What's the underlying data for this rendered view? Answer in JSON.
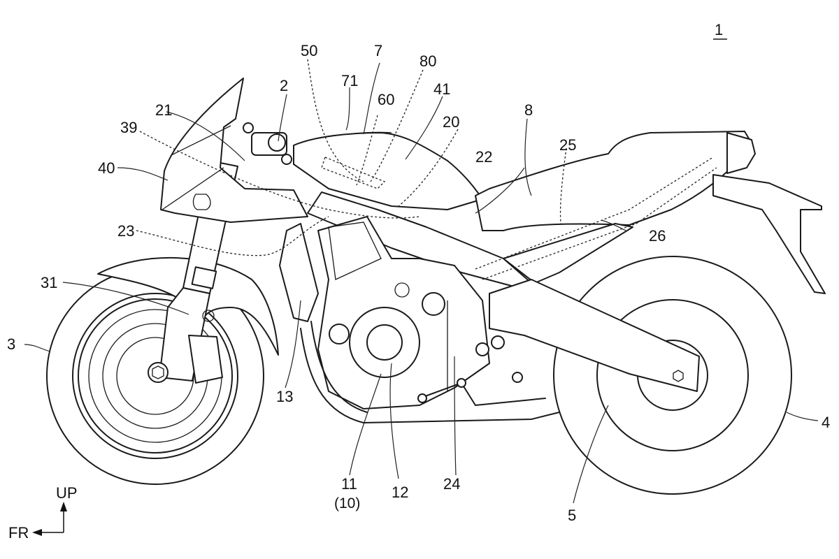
{
  "figure": {
    "title": "Patent drawing — motorcycle left side view",
    "figure_ref": "1"
  },
  "orientation": {
    "up_label": "UP",
    "front_label": "FR"
  },
  "reference_numerals": [
    {
      "id": "1",
      "label": "1",
      "part": "motorcycle"
    },
    {
      "id": "2",
      "label": "2",
      "part": "handlebar"
    },
    {
      "id": "3",
      "label": "3",
      "part": "front wheel"
    },
    {
      "id": "4",
      "label": "4",
      "part": "rear wheel"
    },
    {
      "id": "5",
      "label": "5",
      "part": "swing arm"
    },
    {
      "id": "7",
      "label": "7",
      "part": "fuel tank"
    },
    {
      "id": "8",
      "label": "8",
      "part": "seat"
    },
    {
      "id": "11",
      "label": "11",
      "part": "engine"
    },
    {
      "id": "10",
      "label": "(10)",
      "part": "power unit"
    },
    {
      "id": "12",
      "label": "12",
      "part": "crankcase cover"
    },
    {
      "id": "13",
      "label": "13",
      "part": "radiator"
    },
    {
      "id": "20",
      "label": "20",
      "part": "frame"
    },
    {
      "id": "21",
      "label": "21",
      "part": "head pipe"
    },
    {
      "id": "22",
      "label": "22",
      "part": "main frame"
    },
    {
      "id": "23",
      "label": "23",
      "part": "down frame"
    },
    {
      "id": "24",
      "label": "24",
      "part": "pivot"
    },
    {
      "id": "25",
      "label": "25",
      "part": "seat rail"
    },
    {
      "id": "26",
      "label": "26",
      "part": "rear frame"
    },
    {
      "id": "31",
      "label": "31",
      "part": "front fork"
    },
    {
      "id": "39",
      "label": "39",
      "part": "stay"
    },
    {
      "id": "40",
      "label": "40",
      "part": "front cowl"
    },
    {
      "id": "41",
      "label": "41",
      "part": "tank cover"
    },
    {
      "id": "50",
      "label": "50",
      "part": "air cleaner"
    },
    {
      "id": "60",
      "label": "60",
      "part": "component"
    },
    {
      "id": "71",
      "label": "71",
      "part": "fuel cap"
    },
    {
      "id": "80",
      "label": "80",
      "part": "component"
    }
  ]
}
